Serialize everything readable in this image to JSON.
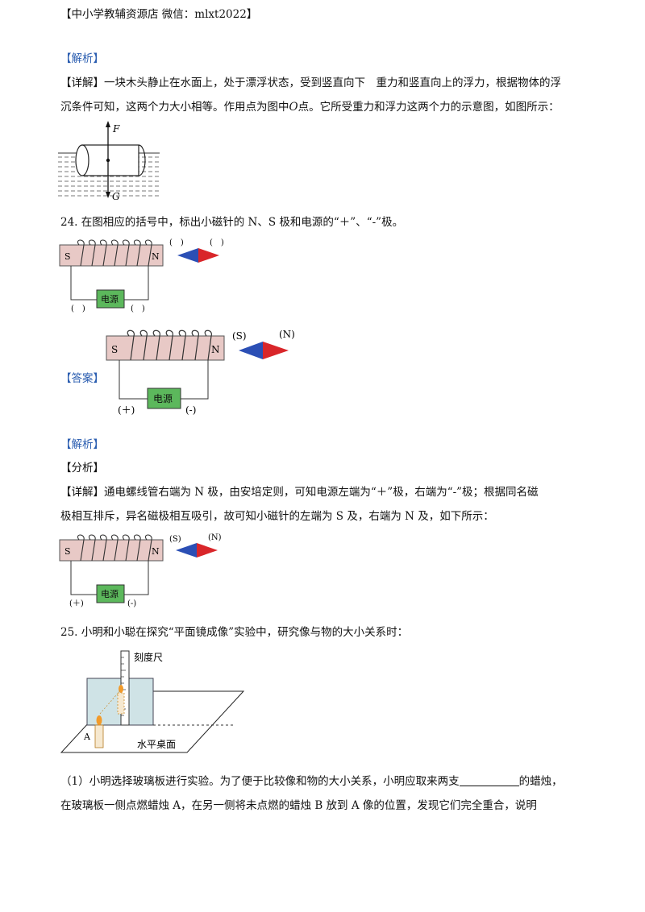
{
  "header": "【中小学教辅资源店 微信：mlxt2022】",
  "q23": {
    "analysis_tag": "【解析】",
    "detail_label": "【详解】",
    "detail_line1": "一块木头静止在水面上，处于漂浮状态，受到竖直向下　重力和竖直向上的浮力，根据物体的浮",
    "detail_line2_a": "沉条件可知，这两个力大小相等。作用点为图中",
    "point_o": "O",
    "detail_line2_b": "点。它所受重力和浮力这两个力的示意图，如图所示：",
    "force_up": "F",
    "force_down": "G"
  },
  "q24": {
    "question": "24. 在图相应的括号中，标出小磁针的 N、S 极和电源的“＋”、“-”极。",
    "coil_left": "S",
    "coil_right": "N",
    "power_label": "电源",
    "blank_bracket": "(　)",
    "answer_tag": "【答案】",
    "ans_needle_left": "(S)",
    "ans_needle_right": "(N)",
    "ans_power_left": "(＋)",
    "ans_power_right": "(-)",
    "analysis_tag": "【解析】",
    "analysis_label": "【分析】",
    "detail_label": "【详解】",
    "detail_line1": "通电螺线管右端为 N 极，由安培定则，可知电源左端为“＋”极，右端为“-”极；根据同名磁",
    "detail_line2": "极相互排斥，异名磁极相互吸引，故可知小磁针的左端为 S 及，右端为 N 及，如下所示："
  },
  "q25": {
    "question": "25. 小明和小聪在探究“平面镜成像”实验中，研究像与物的大小关系时：",
    "ruler_label": "刻度尺",
    "table_label": "水平桌面",
    "candle_label": "A",
    "part1_a": "（1）小明选择玻璃板进行实验。为了便于比较像和物的大小关系，小明应取来两支",
    "part1_b": "的蜡烛，",
    "part1_line2": "在玻璃板一侧点燃蜡烛 A，在另一侧将未点燃的蜡烛 B 放到 A 像的位置，发现它们完全重合，说明"
  },
  "colors": {
    "tag_blue": "#2a5db0",
    "coil_fill": "#e8c9c6",
    "power_green": "#5cb85c",
    "needle_blue": "#2b4fb5",
    "needle_red": "#d9262a"
  }
}
